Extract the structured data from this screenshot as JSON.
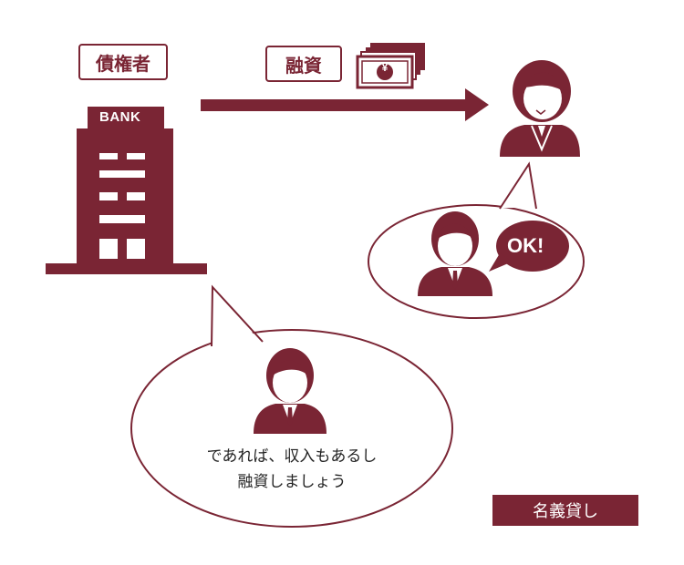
{
  "labels": {
    "creditor": "債権者",
    "loan": "融資",
    "bank": "BANK",
    "ok": "OK!",
    "speech_line1": "であれば、収入もあるし",
    "speech_line2": "融資しましょう",
    "badge": "名義貸し",
    "yen": "¥"
  },
  "colors": {
    "primary": "#7a2534",
    "bubble_stroke": "#7a2534",
    "background": "#ffffff"
  },
  "icons": [
    "bank-building-icon",
    "money-bills-icon",
    "arrow-right-icon",
    "woman-person-icon",
    "man-person-icon"
  ]
}
